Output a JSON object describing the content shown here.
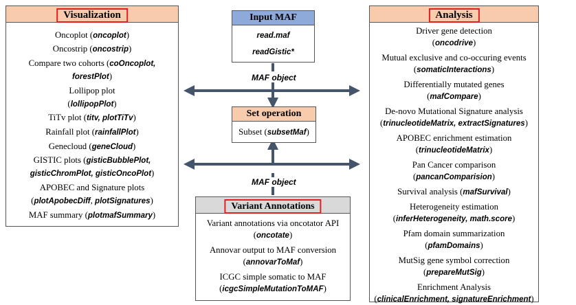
{
  "colors": {
    "input_header": "#8eaadb",
    "set_header": "#f8cbad",
    "variant_header": "#d9d9d9",
    "analysis_header": "#f8cbad",
    "visualization_header": "#f8cbad",
    "highlight_border": "#e02020",
    "arrow": "#44546a"
  },
  "visualization": {
    "title": "Visualization",
    "items": [
      {
        "pre": "Oncoplot (",
        "fn": "oncoplot",
        "post": ")"
      },
      {
        "pre": "Oncostrip (",
        "fn": "oncostrip",
        "post": ")"
      },
      {
        "pre": "Compare two cohorts (",
        "fn": "coOncoplot,",
        "post": ""
      },
      {
        "pre": "",
        "fn": "forestPlot",
        "post": ")"
      },
      {
        "pre": "Lollipop plot",
        "fn": "",
        "post": ""
      },
      {
        "pre": "(",
        "fn": "lollipopPlot",
        "post": ")"
      },
      {
        "pre": "TiTv plot (",
        "fn": "titv, plotTiTv",
        "post": ")"
      },
      {
        "pre": "Rainfall plot (",
        "fn": "rainfallPlot",
        "post": ")"
      },
      {
        "pre": "Genecloud (",
        "fn": "geneCloud",
        "post": ")"
      },
      {
        "pre": "GISTIC plots (",
        "fn": "gisticBubblePlot,",
        "post": ""
      },
      {
        "pre": "",
        "fn": "gisticChromPlot, gisticOncoPlot",
        "post": ")"
      },
      {
        "pre": "APOBEC and Signature plots",
        "fn": "",
        "post": ""
      },
      {
        "pre": "(",
        "fn": "plotApobecDiff",
        "post": ", ",
        "fn2": "plotSignatures",
        "post2": ")"
      },
      {
        "pre": "MAF summary (",
        "fn": "plotmafSummary",
        "post": ")"
      }
    ]
  },
  "input_maf": {
    "title": "Input MAF",
    "items": [
      "read.maf",
      "readGistic*"
    ]
  },
  "maf_object_label": "MAF object",
  "set_operation": {
    "title": "Set operation",
    "item": {
      "pre": "Subset (",
      "fn": "subsetMaf",
      "post": ")"
    }
  },
  "variant_annotations": {
    "title": "Variant Annotations",
    "items": [
      {
        "pre": "Variant annotations via oncotator API",
        "fn": "",
        "post": ""
      },
      {
        "pre": "(",
        "fn": "oncotate",
        "post": ")"
      },
      {
        "pre": "Annovar output to MAF conversion",
        "fn": "",
        "post": ""
      },
      {
        "pre": "(",
        "fn": "annovarToMaf",
        "post": ")"
      },
      {
        "pre": "ICGC simple somatic to MAF",
        "fn": "",
        "post": ""
      },
      {
        "pre": "(",
        "fn": "icgcSimpleMutationToMAF",
        "post": ")"
      }
    ]
  },
  "analysis": {
    "title": "Analysis",
    "items": [
      {
        "pre": "Driver gene detection",
        "fn": "",
        "post": ""
      },
      {
        "pre": "(",
        "fn": "oncodrive",
        "post": ")"
      },
      {
        "pre": "Mutual exclusive and co-occuring events",
        "fn": "",
        "post": ""
      },
      {
        "pre": "(",
        "fn": "somaticInteractions",
        "post": ")"
      },
      {
        "pre": "Differentially mutated genes",
        "fn": "",
        "post": ""
      },
      {
        "pre": "(",
        "fn": "mafCompare",
        "post": ")"
      },
      {
        "pre": "De-novo Mutational Signature analysis",
        "fn": "",
        "post": ""
      },
      {
        "pre": "(",
        "fn": "trinucleotideMatrix, extractSignatures",
        "post": ")"
      },
      {
        "pre": "APOBEC enrichment estimation",
        "fn": "",
        "post": ""
      },
      {
        "pre": "(",
        "fn": "trinucleotideMatrix",
        "post": ")"
      },
      {
        "pre": "Pan Cancer comparison",
        "fn": "",
        "post": ""
      },
      {
        "pre": "(",
        "fn": "pancanComparision",
        "post": ")"
      },
      {
        "pre": "Survival analysis (",
        "fn": "mafSurvival",
        "post": ")"
      },
      {
        "pre": "Heterogeneity estimation",
        "fn": "",
        "post": ""
      },
      {
        "pre": "(",
        "fn": "inferHeterogeneity, math.score",
        "post": ")"
      },
      {
        "pre": "Pfam domain summarization",
        "fn": "",
        "post": ""
      },
      {
        "pre": "(",
        "fn": "pfamDomains",
        "post": ")"
      },
      {
        "pre": "MutSig gene symbol correction",
        "fn": "",
        "post": ""
      },
      {
        "pre": "(",
        "fn": "prepareMutSig",
        "post": ")"
      },
      {
        "pre": "Enrichment Analysis",
        "fn": "",
        "post": ""
      },
      {
        "pre": "(",
        "fn": "clinicalEnrichment, signatureEnrichment",
        "post": ")"
      }
    ]
  }
}
